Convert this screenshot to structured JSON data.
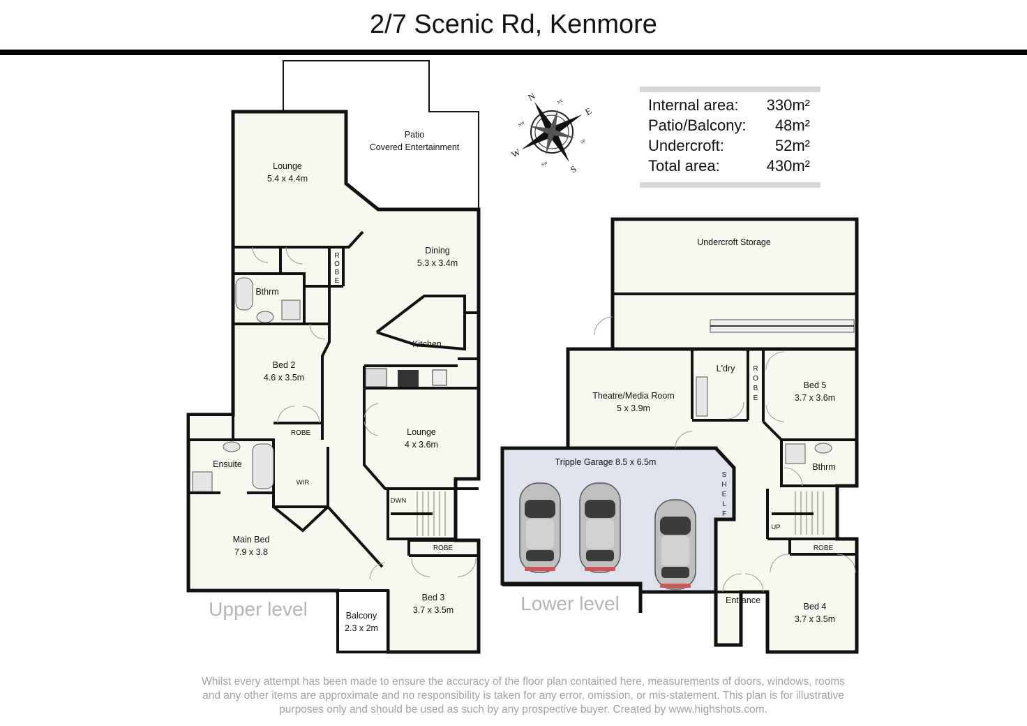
{
  "title": "2/7 Scenic Rd, Kenmore",
  "levels": {
    "upper": "Upper level",
    "lower": "Lower level"
  },
  "area_table": [
    {
      "label": "Internal area:",
      "value": "330m²"
    },
    {
      "label": "Patio/Balcony:",
      "value": "48m²"
    },
    {
      "label": "Undercroft:",
      "value": "52m²"
    },
    {
      "label": "Total area:",
      "value": "430m²"
    }
  ],
  "compass": {
    "letters": [
      "N",
      "E",
      "S",
      "W"
    ],
    "minor": [
      "NE",
      "SE",
      "SW",
      "NW"
    ]
  },
  "upper_rooms": {
    "patio_name": "Patio",
    "patio_desc": "Covered Entertainment",
    "lounge1_name": "Lounge",
    "lounge1_dim": "5.4 x 4.4m",
    "dining_name": "Dining",
    "dining_dim": "5.3 x 3.4m",
    "bathroom": "Bthrm",
    "robe_vertical": [
      "R",
      "O",
      "B",
      "E"
    ],
    "kitchen": "Kitchen",
    "bed2_name": "Bed 2",
    "bed2_dim": "4.6 x 3.5m",
    "robe2": "ROBE",
    "lounge2_name": "Lounge",
    "lounge2_dim": "4 x 3.6m",
    "ensuite": "Ensuite",
    "wir": "WIR",
    "down": "DWN",
    "main_name": "Main Bed",
    "main_dim": "7.9 x 3.8",
    "robe3": "ROBE",
    "bed3_name": "Bed 3",
    "bed3_dim": "3.7 x 3.5m",
    "balcony_name": "Balcony",
    "balcony_dim": "2.3 x 2m"
  },
  "lower_rooms": {
    "storage": "Undercroft Storage",
    "theatre_name": "Theatre/Media Room",
    "theatre_dim": "5 x 3.9m",
    "laundry": "L'dry",
    "robe_vertical": [
      "R",
      "O",
      "B",
      "E"
    ],
    "bed5_name": "Bed 5",
    "bed5_dim": "3.7 x 3.6m",
    "garage": "Tripple Garage 8.5 x 6.5m",
    "shelf": [
      "S",
      "H",
      "E",
      "L",
      "F"
    ],
    "bathroom": "Bthrm",
    "up": "UP",
    "robe4": "ROBE",
    "entrance": "Entrance",
    "bed4_name": "Bed 4",
    "bed4_dim": "3.7 x 3.5m"
  },
  "disclaimer": [
    "Whilst every attempt has been made to ensure the accuracy of the floor plan contained here, measurements of doors, windows, rooms",
    "and any other items are approximate and no responsibility is taken for any error, omission, or mis-statement. This plan is for illustrative",
    "purposes only and should be used as such by any prospective buyer.  Created by www.highshots.com."
  ],
  "colors": {
    "floor": "#f7f8ee",
    "wall": "#111111",
    "garage": "#dfe3ee",
    "patio": "#ffffff",
    "level_label": "#b4b4b4"
  }
}
